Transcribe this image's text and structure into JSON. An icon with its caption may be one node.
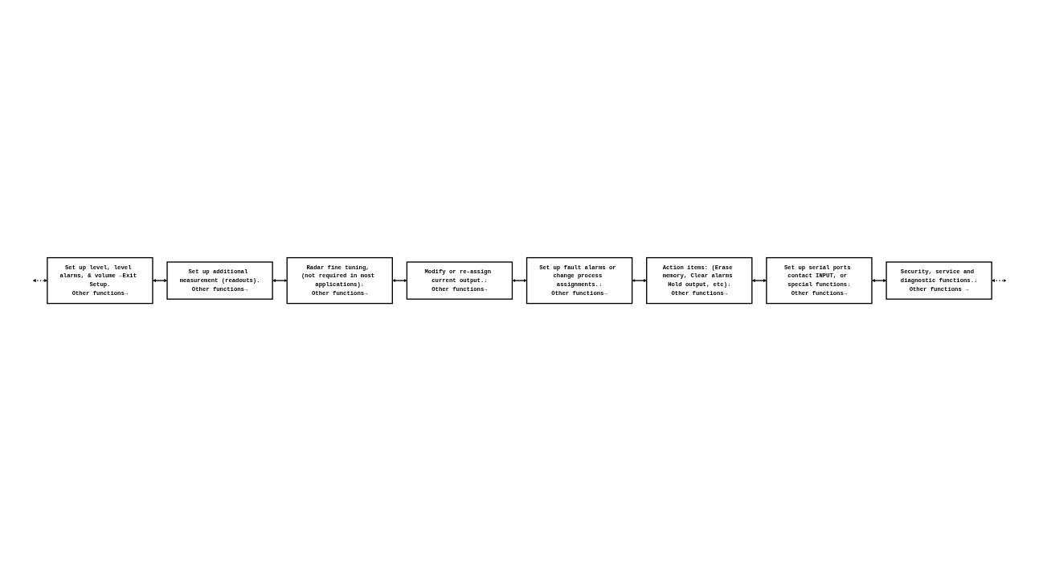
{
  "diagram": {
    "nodes": [
      {
        "text": [
          "Set up level, level alarms, & volume ←Exit Setup.",
          "Other functions→"
        ]
      },
      {
        "text": [
          "Set up additional measurement (readouts).",
          "Other functions→"
        ]
      },
      {
        "text": [
          "Radar fine tuning, (not required in most applications)↓",
          "Other functions→"
        ]
      },
      {
        "text": [
          "Modify or re-assign current output.↓",
          "Other functions→"
        ]
      },
      {
        "text": [
          "Set up fault alarms or change process assignments.↓",
          "Other functions→"
        ]
      },
      {
        "text": [
          "Action items: (Erase memory, Clear alarms Hold output, etc)↓",
          "Other functions→"
        ]
      },
      {
        "text": [
          "Set up serial ports contact INPUT, or special functions↓",
          "Other functions→"
        ]
      },
      {
        "text": [
          "Security, service and diagnostic functions.↓",
          "Other functions →"
        ]
      }
    ],
    "edges": [
      {
        "from": null,
        "to": 0,
        "arrow": "both",
        "style": "dashed"
      },
      {
        "from": 0,
        "to": 1,
        "arrow": "both"
      },
      {
        "from": 1,
        "to": 2,
        "arrow": "both"
      },
      {
        "from": 2,
        "to": 3,
        "arrow": "both"
      },
      {
        "from": 3,
        "to": 4,
        "arrow": "both"
      },
      {
        "from": 4,
        "to": 5,
        "arrow": "both"
      },
      {
        "from": 5,
        "to": 6,
        "arrow": "both"
      },
      {
        "from": 6,
        "to": 7,
        "arrow": "both"
      },
      {
        "from": 7,
        "to": null,
        "arrow": "both",
        "style": "dashed"
      }
    ]
  }
}
